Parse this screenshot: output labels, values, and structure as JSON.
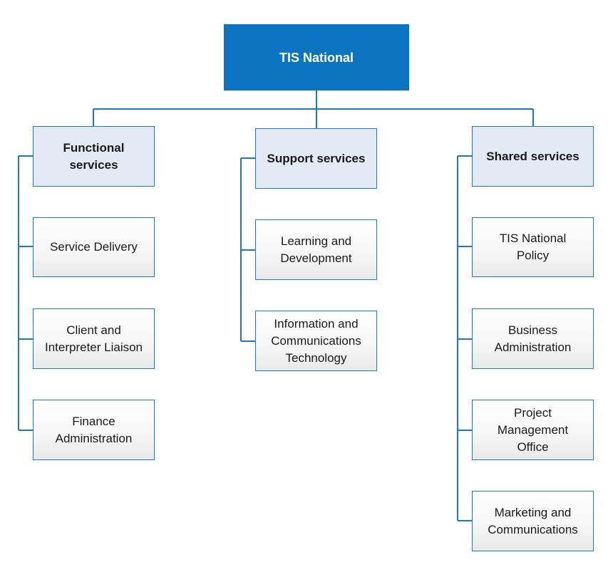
{
  "chart": {
    "root": {
      "label": "TIS National"
    },
    "branches": [
      {
        "label": "Functional\nservices",
        "children": [
          {
            "label": "Service Delivery"
          },
          {
            "label": "Client and\nInterpreter Liaison"
          },
          {
            "label": "Finance\nAdministration"
          }
        ]
      },
      {
        "label": "Support services",
        "children": [
          {
            "label": "Learning and\nDevelopment"
          },
          {
            "label": "Information and\nCommunications\nTechnology"
          }
        ]
      },
      {
        "label": "Shared services",
        "children": [
          {
            "label": "TIS National\nPolicy"
          },
          {
            "label": "Business\nAdministration"
          },
          {
            "label": "Project\nManagement\nOffice"
          },
          {
            "label": "Marketing and\nCommunications"
          }
        ]
      }
    ]
  },
  "colors": {
    "root_fill": "#0b74c1",
    "header_fill": "#e3e9f5",
    "border": "#1c7ac5",
    "connector": "#1c7ac5"
  }
}
